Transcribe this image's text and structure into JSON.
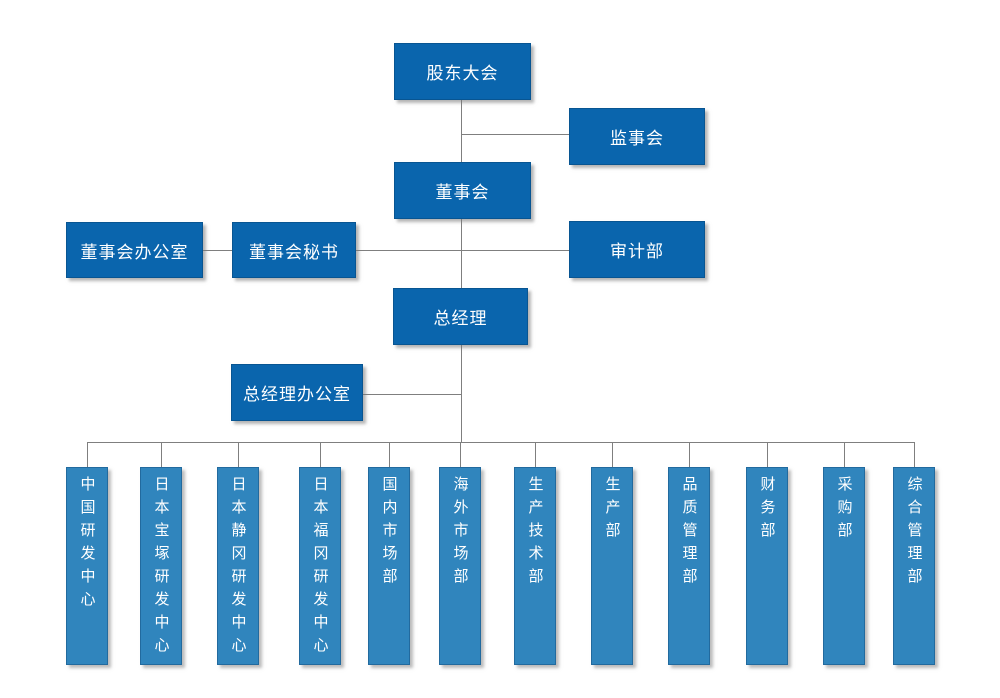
{
  "diagram": {
    "type": "org-chart",
    "colors": {
      "box_primary": "#0a65ad",
      "box_secondary": "#3085bd",
      "connector": "#7f7f7f",
      "text": "#ffffff",
      "background": "#ffffff"
    },
    "nodes": {
      "shareholders_meeting": {
        "label": "股东大会"
      },
      "supervisory_board": {
        "label": "监事会"
      },
      "board_of_directors": {
        "label": "董事会"
      },
      "board_office": {
        "label": "董事会办公室"
      },
      "board_secretary": {
        "label": "董事会秘书"
      },
      "audit_department": {
        "label": "审计部"
      },
      "general_manager": {
        "label": "总经理"
      },
      "general_manager_office": {
        "label": "总经理办公室"
      }
    },
    "departments": [
      {
        "label": "中国研发中心"
      },
      {
        "label": "日本宝塚研发中心"
      },
      {
        "label": "日本静冈研发中心"
      },
      {
        "label": "日本福冈研发中心"
      },
      {
        "label": "国内市场部"
      },
      {
        "label": "海外市场部"
      },
      {
        "label": "生产技术部"
      },
      {
        "label": "生产部"
      },
      {
        "label": "品质管理部"
      },
      {
        "label": "财务部"
      },
      {
        "label": "采购部"
      },
      {
        "label": "综合管理部"
      }
    ],
    "edges": [
      {
        "from": "shareholders_meeting",
        "to": "supervisory_board"
      },
      {
        "from": "shareholders_meeting",
        "to": "board_of_directors"
      },
      {
        "from": "board_of_directors",
        "to": "board_secretary"
      },
      {
        "from": "board_secretary",
        "to": "board_office"
      },
      {
        "from": "board_of_directors",
        "to": "audit_department"
      },
      {
        "from": "board_of_directors",
        "to": "general_manager"
      },
      {
        "from": "general_manager",
        "to": "general_manager_office"
      },
      {
        "from": "general_manager",
        "to": "all_departments"
      }
    ]
  }
}
